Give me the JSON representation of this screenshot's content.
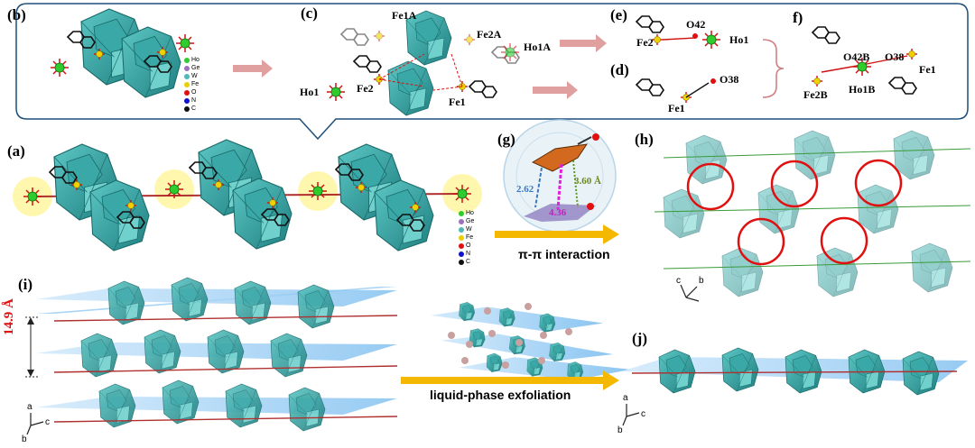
{
  "panels": {
    "a": "(a)",
    "b": "(b)",
    "c": "(c)",
    "d": "(d)",
    "e": "(e)",
    "f": "f)",
    "g": "(g)",
    "h": "(h)",
    "i": "(i)",
    "j": "(j)"
  },
  "atoms": {
    "c_fe1a": "Fe1A",
    "c_fe2a": "Fe2A",
    "c_ho1a": "Ho1A",
    "c_ho1": "Ho1",
    "c_fe2": "Fe2",
    "c_fe1": "Fe1",
    "e_o42": "O42",
    "e_fe2": "Fe2",
    "e_ho1": "Ho1",
    "d_o38": "O38",
    "d_fe1": "Fe1",
    "f_o42b": "O42B",
    "f_o38": "O38",
    "f_fe1": "Fe1",
    "f_fe2b": "Fe2B",
    "f_ho1b": "Ho1B"
  },
  "legend": [
    "Ho",
    "Ge",
    "W",
    "Fe",
    "O",
    "N",
    "C"
  ],
  "legend_colors": [
    "#2ecc2e",
    "#a070c0",
    "#4fb8b8",
    "#e8d000",
    "#e01010",
    "#1010d0",
    "#101010"
  ],
  "g_panel": {
    "d1": "2.62",
    "d2": "3.60 Å",
    "d3": "4.36",
    "interaction": "π-π interaction"
  },
  "i_panel": {
    "spacing": "14.9 Å"
  },
  "mid": {
    "exfoliation": "liquid-phase exfoliation"
  },
  "axes": {
    "a": "a",
    "b": "b",
    "c": "c"
  },
  "colors": {
    "teal": "#2f9c9c",
    "arrow_pink": "#e0a0a0",
    "arrow_yellow": "#f5b800",
    "sheet_blue": "#a8d4f5",
    "red_circle": "#e01010"
  }
}
